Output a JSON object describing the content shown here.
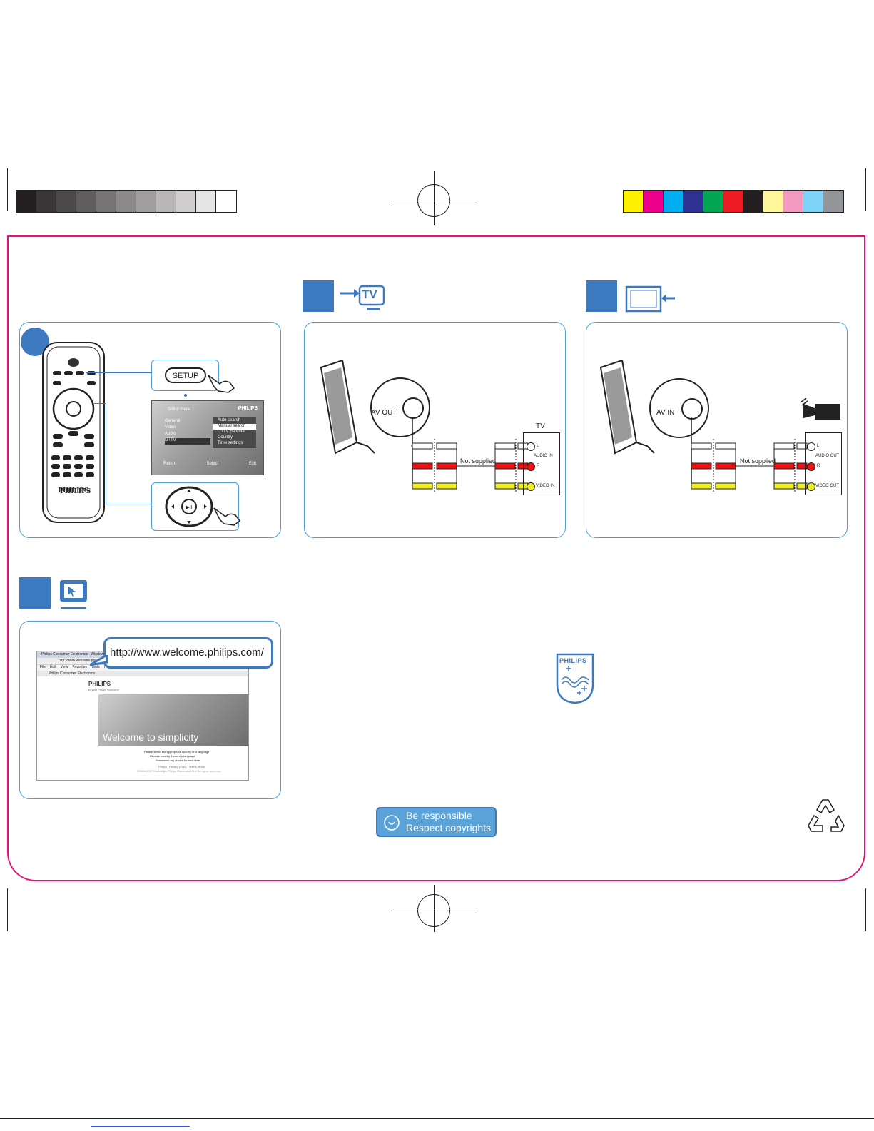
{
  "swatches": {
    "gray": [
      "#231f20",
      "#3a3637",
      "#4d4a4b",
      "#605d5e",
      "#767374",
      "#8b8889",
      "#a19e9f",
      "#b8b6b7",
      "#cfcdce",
      "#e6e5e5",
      "#ffffff"
    ],
    "color": [
      "#fff200",
      "#ec008c",
      "#00aeef",
      "#2e3192",
      "#00a651",
      "#ed1c24",
      "#231f20",
      "#fff799",
      "#f49ac1",
      "#7dd3f7",
      "#939598"
    ]
  },
  "colors": {
    "frame": "#e5127e",
    "accent": "#3d79bf",
    "panel_border": "#4a9fd8"
  },
  "remote": {
    "setup_button": "SETUP",
    "brand": "PHILIPS",
    "menu": {
      "title": "Setup menu",
      "brand": "PHILIPS",
      "left_items": [
        "General",
        "Video",
        "Audio",
        "DTTV"
      ],
      "right_items": [
        "Auto search",
        "Manual search",
        "DTTV parental",
        "Country",
        "Time settings"
      ],
      "footer": [
        "Return",
        "Select",
        "Exit"
      ]
    }
  },
  "av_out": {
    "jack_label": "AV OUT",
    "cable_note": "Not supplied",
    "device_label": "TV",
    "ports": [
      "L",
      "AUDIO IN",
      "R",
      "VIDEO IN"
    ],
    "icon_label": "TV"
  },
  "av_in": {
    "jack_label": "AV IN",
    "cable_note": "Not supplied",
    "ports": [
      "L",
      "AUDIO OUT",
      "R",
      "VIDEO OUT"
    ]
  },
  "web": {
    "url": "http://www.welcome.philips.com/",
    "browser_title": "Philips Consumer Electronics - Windows Inter...",
    "address": "http://www.welcome.philips.com",
    "menu": [
      "File",
      "Edit",
      "View",
      "Favorites",
      "Tools",
      "Help"
    ],
    "tab": "Philips Consumer Electronics",
    "site_brand": "PHILIPS",
    "site_subtitle": "to your Philips Welcome",
    "hero_text": "Welcome to simplicity",
    "instructions": "Please select the appropriate country and language",
    "choose_label": "Choose country & country/language",
    "remember": "Remember my choice for next time",
    "footer_links": "Philips | Privacy policy | Terms of use",
    "copyright": "©2004-2007 Koninklijke Philips Electronics N.V. All rights reserved."
  },
  "brand_shield": "PHILIPS",
  "badge": {
    "line1": "Be responsible",
    "line2": "Respect copyrights"
  }
}
